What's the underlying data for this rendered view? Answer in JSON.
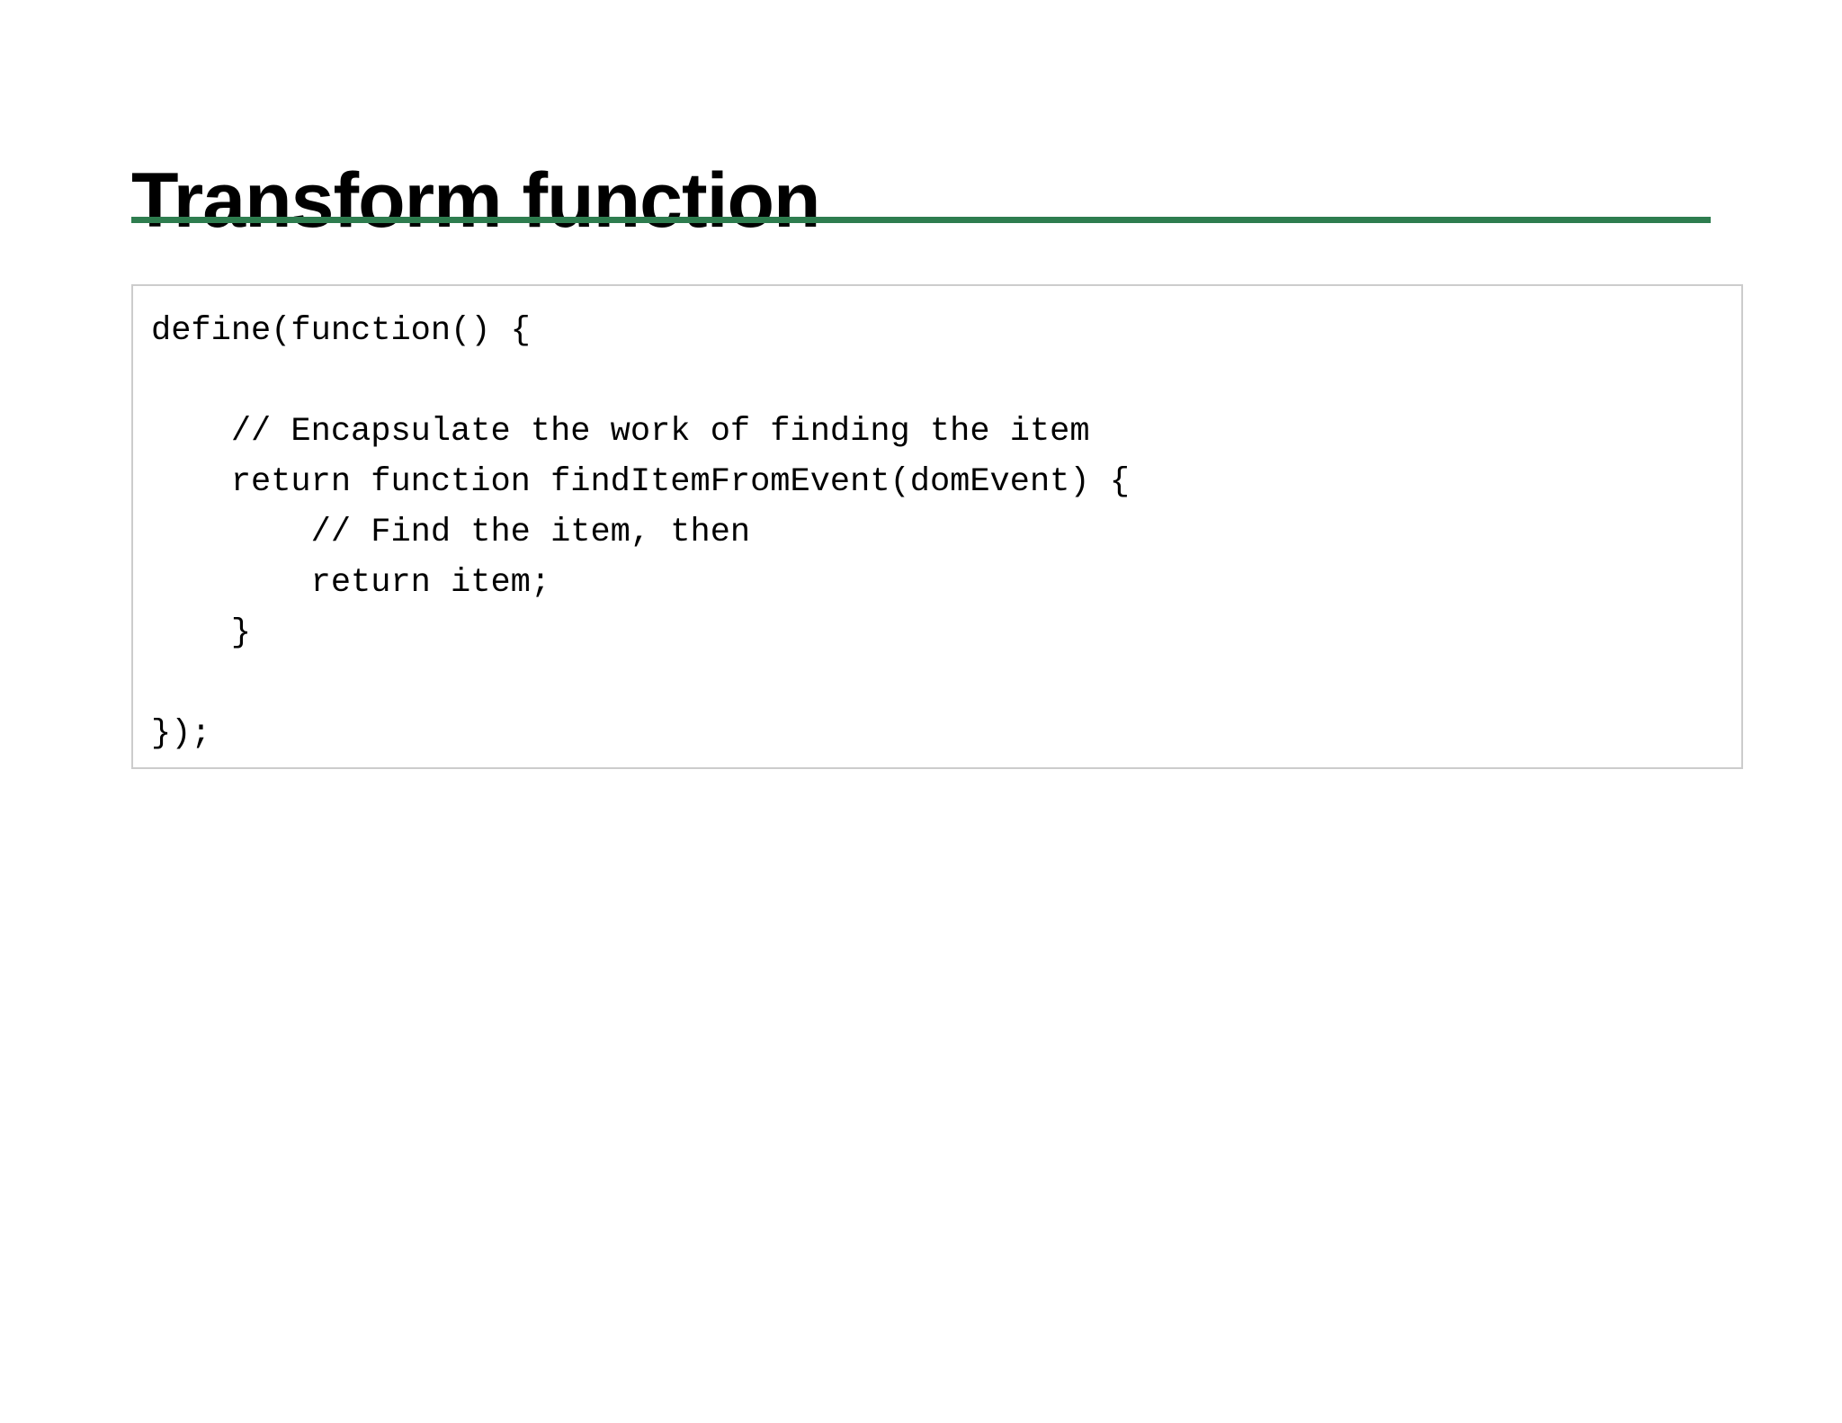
{
  "slide": {
    "title": "Transform function",
    "accent_color": "#2E7D4F",
    "background_color": "#FFFFFF",
    "text_color": "#000000",
    "code_border_color": "#CCCCCC"
  },
  "code_block": {
    "language": "javascript",
    "lines": [
      "define(function() {",
      "",
      "    // Encapsulate the work of finding the item",
      "    return function findItemFromEvent(domEvent) {",
      "        // Find the item, then",
      "        return item;",
      "    }",
      "",
      "});"
    ],
    "full_text": "define(function() {\n\n    // Encapsulate the work of finding the item\n    return function findItemFromEvent(domEvent) {\n        // Find the item, then\n        return item;\n    }\n\n});"
  }
}
